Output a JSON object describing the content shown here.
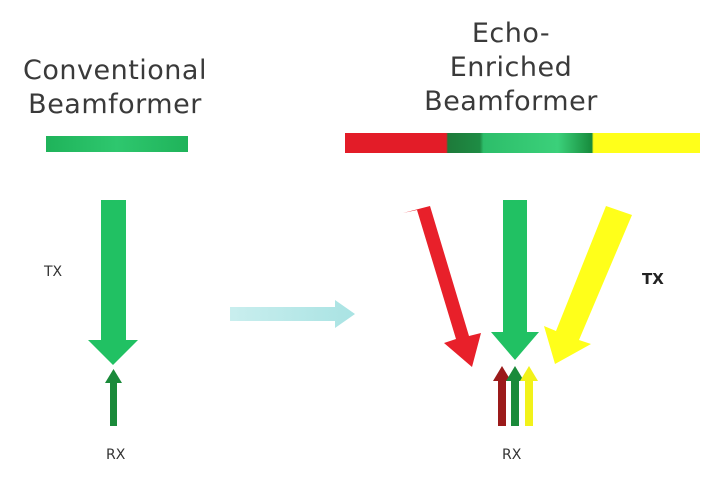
{
  "left_panel": {
    "title_line1": "Conventional",
    "title_line2": "Beamformer",
    "tx_label": "TX",
    "rx_label": "RX"
  },
  "right_panel": {
    "title_line1": "Echo-",
    "title_line2": "Enriched",
    "title_line3": "Beamformer",
    "tx_label": "TX",
    "rx_label": "RX"
  },
  "colors": {
    "green": "#21c163",
    "dark_green": "#1a8a3a",
    "red": "#e8202a",
    "dark_red": "#9b1a1a",
    "yellow": "#ffff1a",
    "transition_arrow": "#b3e6e6"
  }
}
